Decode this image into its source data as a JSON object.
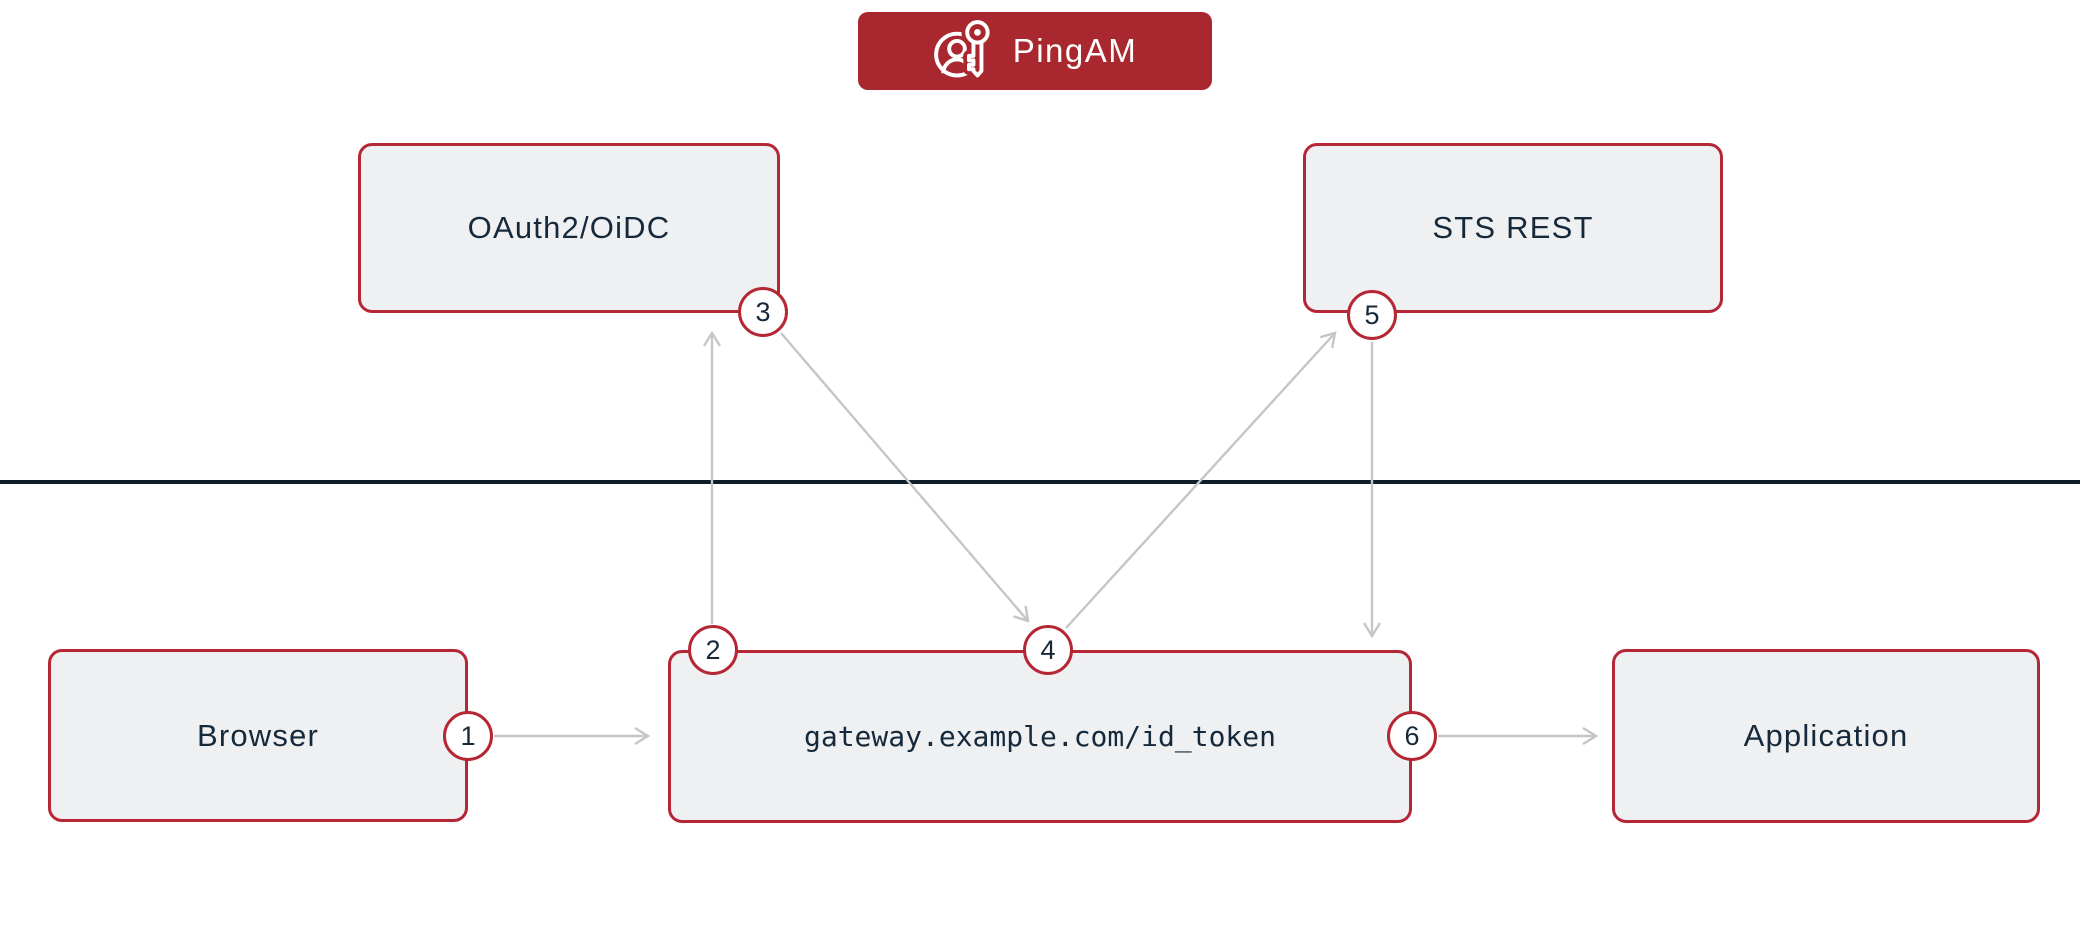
{
  "banner": {
    "label": "PingAM",
    "icon": "pingam-person-key-icon",
    "bg_color": "#a9282f",
    "text_color": "#ffffff"
  },
  "nodes": {
    "oauth": {
      "label": "OAuth2/OiDC"
    },
    "sts": {
      "label": "STS REST"
    },
    "browser": {
      "label": "Browser"
    },
    "gateway": {
      "label": "gateway.example.com/id_token"
    },
    "application": {
      "label": "Application"
    }
  },
  "steps": {
    "s1": "1",
    "s2": "2",
    "s3": "3",
    "s4": "4",
    "s5": "5",
    "s6": "6"
  },
  "colors": {
    "box_border_red": "#b52734",
    "banner_red": "#a9282f",
    "node_fill": "#eef0f2",
    "text_navy": "#16293b",
    "arrow_grey": "#c6c6c6",
    "divider_navy": "#0f1c2a"
  }
}
